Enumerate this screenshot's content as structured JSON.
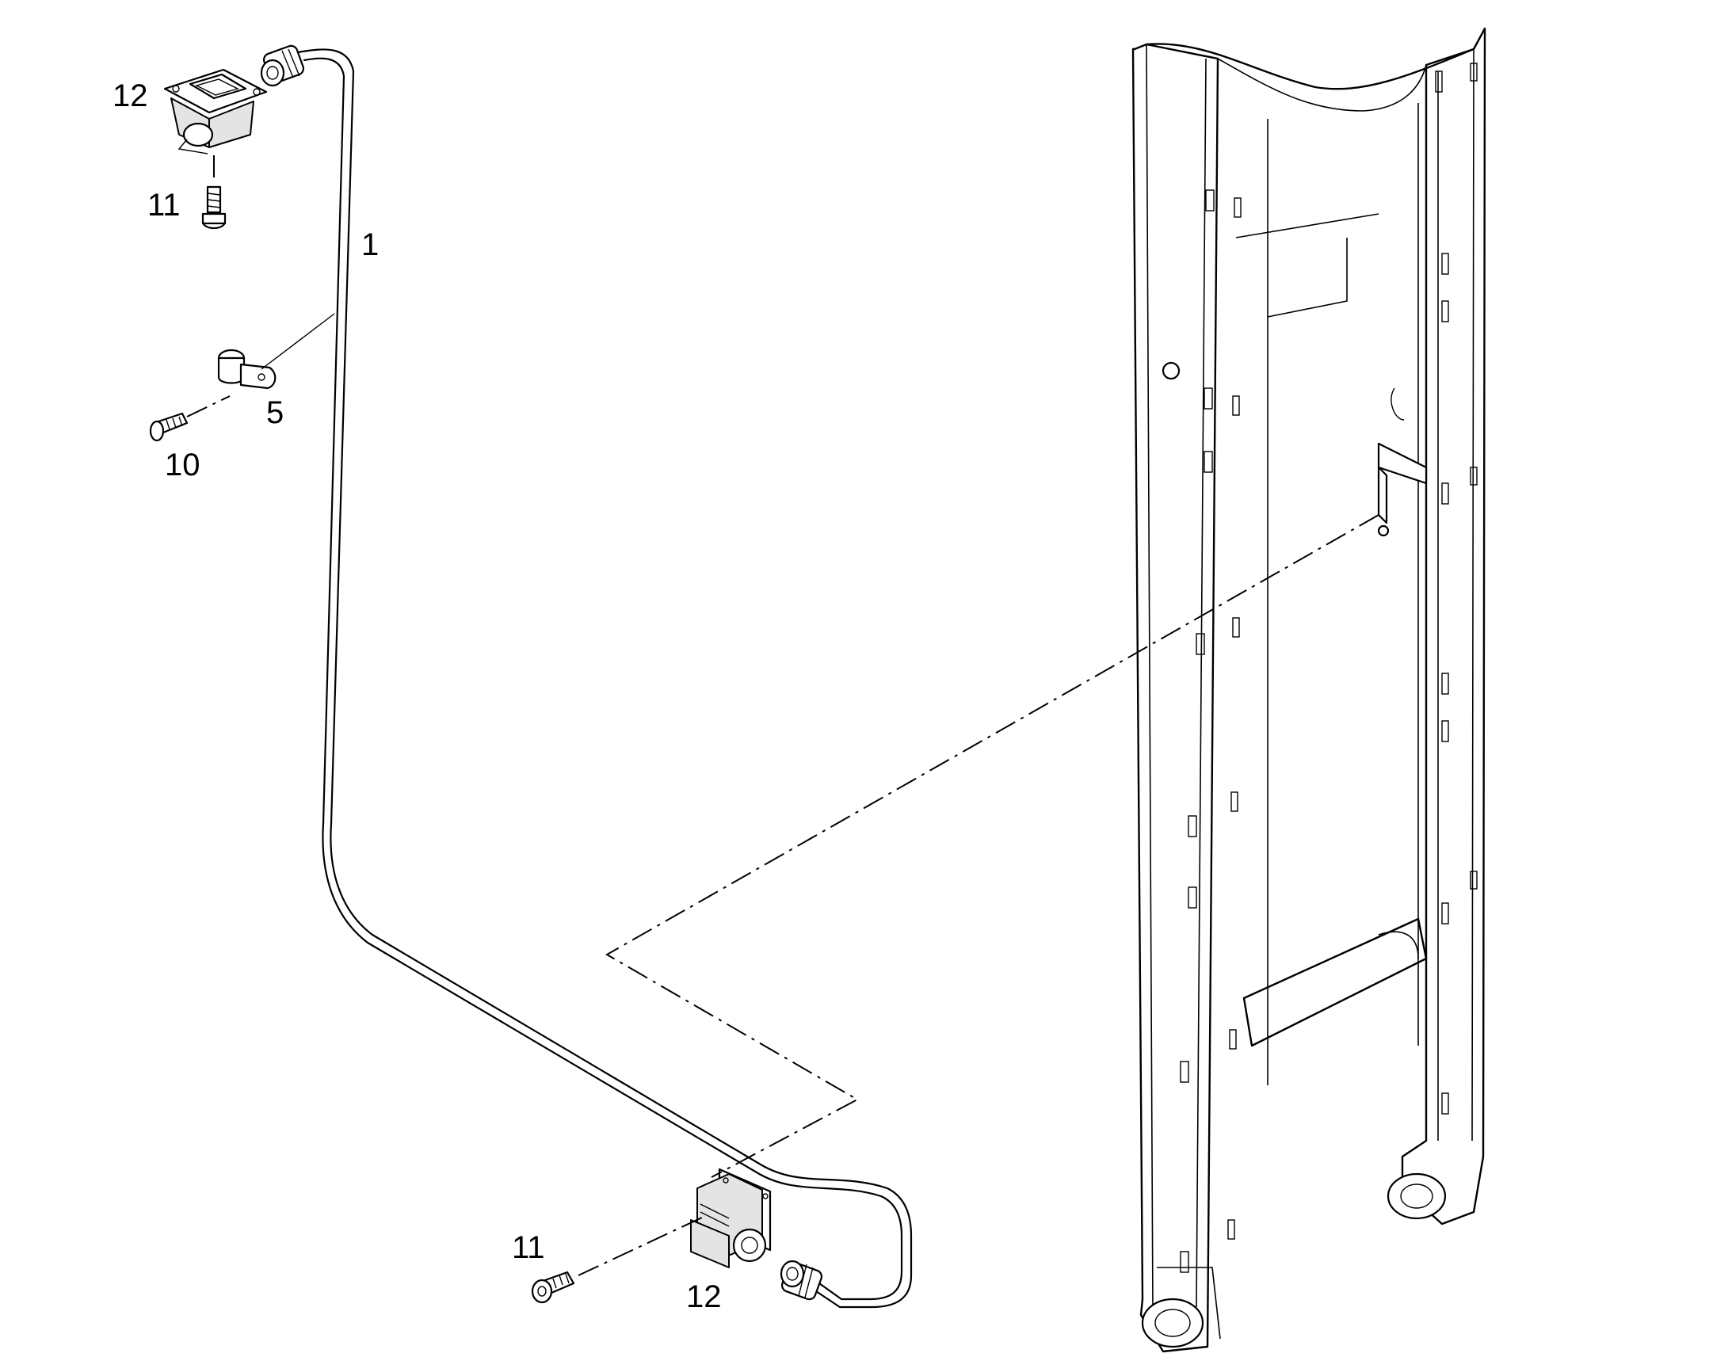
{
  "callouts": {
    "top_12": "12",
    "top_11": "11",
    "cable_1": "1",
    "clip_5": "5",
    "screw_10": "10",
    "bottom_11": "11",
    "bottom_12": "12"
  }
}
